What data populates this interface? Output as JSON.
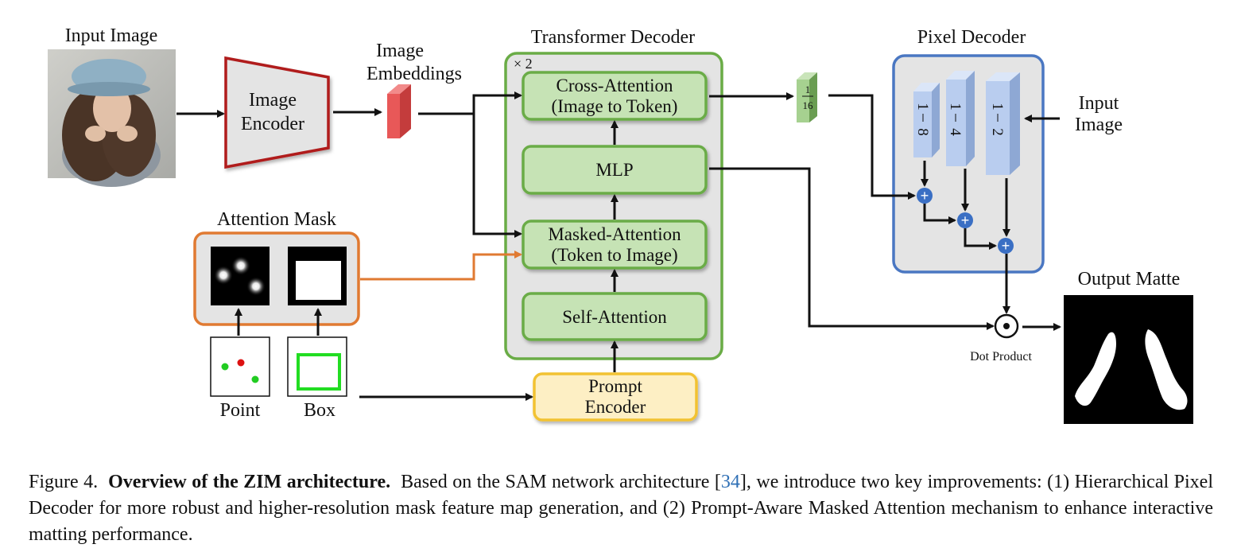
{
  "diagram": {
    "input_image_label": "Input Image",
    "image_encoder": [
      "Image",
      "Encoder"
    ],
    "image_embeddings": [
      "Image",
      "Embeddings"
    ],
    "transformer_decoder_title": "Transformer Decoder",
    "repeat_label": "× 2",
    "cross_attention": [
      "Cross-Attention",
      "(Image to Token)"
    ],
    "mlp": "MLP",
    "masked_attention": [
      "Masked-Attention",
      "(Token to Image)"
    ],
    "self_attention": "Self-Attention",
    "prompt_encoder": [
      "Prompt",
      "Encoder"
    ],
    "attention_mask_title": "Attention Mask",
    "point_label": "Point",
    "box_label": "Box",
    "feature_1_16": {
      "num": "1",
      "den": "16"
    },
    "pixel_decoder_title": "Pixel Decoder",
    "pixel_features": [
      {
        "num": "1",
        "den": "8"
      },
      {
        "num": "1",
        "den": "4"
      },
      {
        "num": "1",
        "den": "2"
      }
    ],
    "input_image_right": [
      "Input",
      "Image"
    ],
    "plus_symbol": "+",
    "dot_symbol": "⊙",
    "dot_product_label": "Dot Product",
    "output_matte_title": "Output Matte",
    "colors": {
      "encoder_border": "#b01c1c",
      "green_fill": "#c6e3b5",
      "green_border": "#6aac46",
      "gray_panel": "#e4e4e4",
      "orange_border": "#e07a32",
      "yellow_fill": "#fdefc4",
      "yellow_border": "#f2c230",
      "blue_border": "#4a77c2",
      "blue_feature": "#b9cdef",
      "embedding_red": "#e85858"
    }
  },
  "caption": {
    "figure_label": "Figure 4.",
    "title": "Overview of the ZIM architecture.",
    "text_before_ref": "Based on the SAM network architecture [",
    "ref": "34",
    "text_after_ref": "], we introduce two key improvements: (1) Hierarchical Pixel Decoder for more robust and higher-resolution mask feature map generation, and (2) Prompt-Aware Masked Attention mechanism to enhance interactive matting performance."
  }
}
